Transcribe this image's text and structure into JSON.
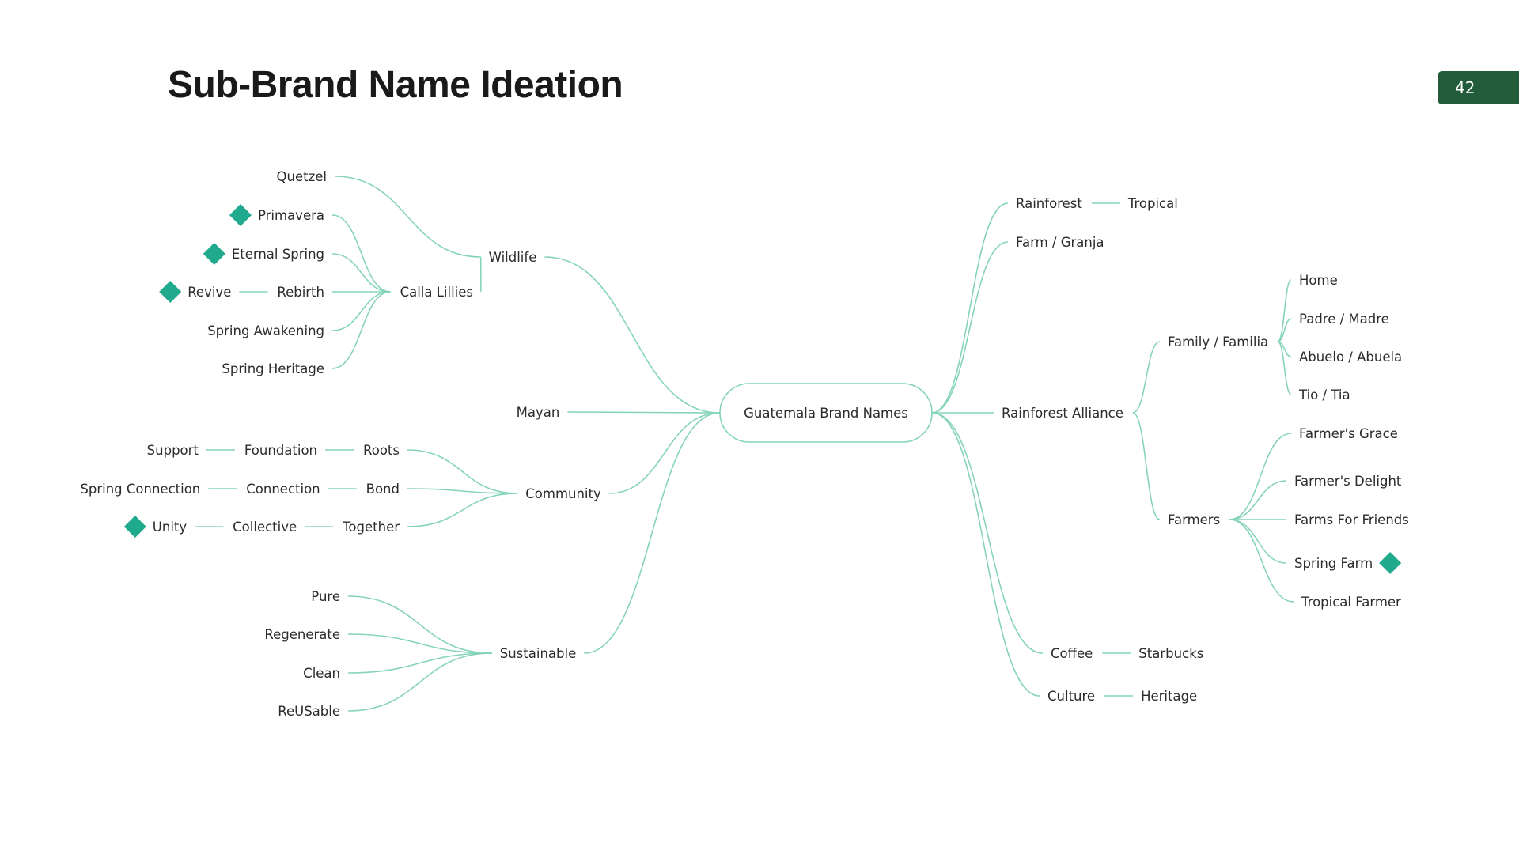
{
  "title": "Sub-Brand Name Ideation",
  "page_number": "42",
  "colors": {
    "accent": "#1fa98d",
    "link": "#86d3bc",
    "badge": "#235c3b",
    "text": "#2b2b2b"
  },
  "mindmap": {
    "root": "Guatemala Brand Names",
    "left": [
      {
        "label": "Wildlife",
        "children": [
          {
            "label": "Quetzel"
          },
          {
            "label": "Calla Lillies",
            "children": [
              {
                "label": "Primavera",
                "starred": true
              },
              {
                "label": "Eternal Spring",
                "starred": true
              },
              {
                "label": "Rebirth",
                "chain": [
                  {
                    "label": "Revive",
                    "starred": true
                  }
                ]
              },
              {
                "label": "Spring Awakening"
              },
              {
                "label": "Spring Heritage"
              }
            ]
          }
        ]
      },
      {
        "label": "Mayan"
      },
      {
        "label": "Community",
        "children": [
          {
            "label": "Roots",
            "chain": [
              {
                "label": "Foundation"
              },
              {
                "label": "Support"
              }
            ]
          },
          {
            "label": "Bond",
            "chain": [
              {
                "label": "Connection"
              },
              {
                "label": "Spring Connection"
              }
            ]
          },
          {
            "label": "Together",
            "chain": [
              {
                "label": "Collective"
              },
              {
                "label": "Unity",
                "starred": true
              }
            ]
          }
        ]
      },
      {
        "label": "Sustainable",
        "children": [
          {
            "label": "Pure"
          },
          {
            "label": "Regenerate"
          },
          {
            "label": "Clean"
          },
          {
            "label": "ReUSable"
          }
        ]
      }
    ],
    "right": [
      {
        "label": "Rainforest",
        "chain": [
          {
            "label": "Tropical"
          }
        ]
      },
      {
        "label": "Farm / Granja"
      },
      {
        "label": "Rainforest Alliance",
        "children": [
          {
            "label": "Family / Familia",
            "children": [
              {
                "label": "Home"
              },
              {
                "label": "Padre / Madre"
              },
              {
                "label": "Abuelo / Abuela"
              },
              {
                "label": "Tio / Tia"
              }
            ]
          },
          {
            "label": "Farmers",
            "children": [
              {
                "label": "Farmer's Grace"
              },
              {
                "label": "Farmer's Delight"
              },
              {
                "label": "Farms For Friends"
              },
              {
                "label": "Spring Farm",
                "starred": true
              },
              {
                "label": "Tropical Farmer"
              }
            ]
          }
        ]
      },
      {
        "label": "Coffee",
        "chain": [
          {
            "label": "Starbucks"
          }
        ]
      },
      {
        "label": "Culture",
        "chain": [
          {
            "label": "Heritage"
          }
        ]
      }
    ]
  }
}
